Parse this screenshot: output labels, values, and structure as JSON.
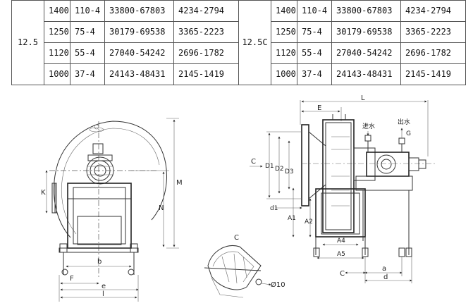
{
  "spec_table": {
    "left_model": "12.5",
    "right_model": "12.5C",
    "rows": [
      {
        "speed": "1400",
        "motor": "110-4",
        "airflow": "33800-67803",
        "pressure": "4234-2794"
      },
      {
        "speed": "1250",
        "motor": "75-4",
        "airflow": "30179-69538",
        "pressure": "3365-2223"
      },
      {
        "speed": "1120",
        "motor": "55-4",
        "airflow": "27040-54242",
        "pressure": "2696-1782"
      },
      {
        "speed": "1000",
        "motor": "37-4",
        "airflow": "24143-48431",
        "pressure": "2145-1419"
      }
    ]
  },
  "drawing": {
    "front_view": {
      "dim_M": "M",
      "dim_N": "N",
      "dim_K": "K",
      "dim_b": "b",
      "dim_F": "F",
      "dim_e": "e",
      "dim_l": "l"
    },
    "detail_view": {
      "label_C": "C",
      "diameter": "Ø10"
    },
    "side_view": {
      "dim_L": "L",
      "dim_E": "E",
      "inlet_water": "进水",
      "outlet_water": "出水",
      "arrow_G": "G",
      "arrow_C": "C",
      "dim_D1": "D1",
      "dim_D2": "D2",
      "dim_D3": "D3",
      "dim_d1": "d1",
      "dim_A1": "A1",
      "dim_A2": "A2",
      "dim_A4": "A4",
      "dim_A5": "A5",
      "dim_C": "C",
      "dim_a": "a",
      "dim_d": "d"
    }
  }
}
